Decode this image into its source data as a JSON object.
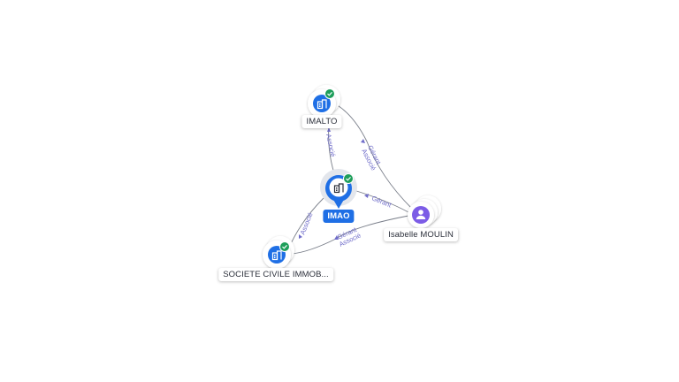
{
  "nodes": {
    "imalto": {
      "label": "IMALTO",
      "type": "company",
      "verified": true,
      "color": "#1f6fe5"
    },
    "imao": {
      "label": "IMAO",
      "type": "company",
      "verified": true,
      "focus": true,
      "color": "#1f6fe5"
    },
    "sci": {
      "label": "SOCIETE CIVILE IMMOB...",
      "type": "company",
      "verified": true,
      "color": "#1f6fe5"
    },
    "person": {
      "label": "Isabelle MOULIN",
      "type": "person",
      "verified": false,
      "color": "#7c5ce6"
    }
  },
  "edges": {
    "imao_imalto": {
      "label": "Associé"
    },
    "imao_sci": {
      "label": "Associé"
    },
    "person_imao": {
      "label": "Gérant"
    },
    "person_imalto": {
      "label_1": "Gérant",
      "label_2": "Associé"
    },
    "person_sci": {
      "label_1": "Gérant",
      "label_2": "Associé"
    }
  },
  "colors": {
    "company": "#1f6fe5",
    "person": "#7c5ce6",
    "verified_badge": "#1e9e5a",
    "edge_label": "#6f6cc9",
    "edge_line": "#7a7f8a"
  },
  "icons": {
    "company": "building-icon",
    "person": "person-icon",
    "verified": "check-badge-icon"
  }
}
